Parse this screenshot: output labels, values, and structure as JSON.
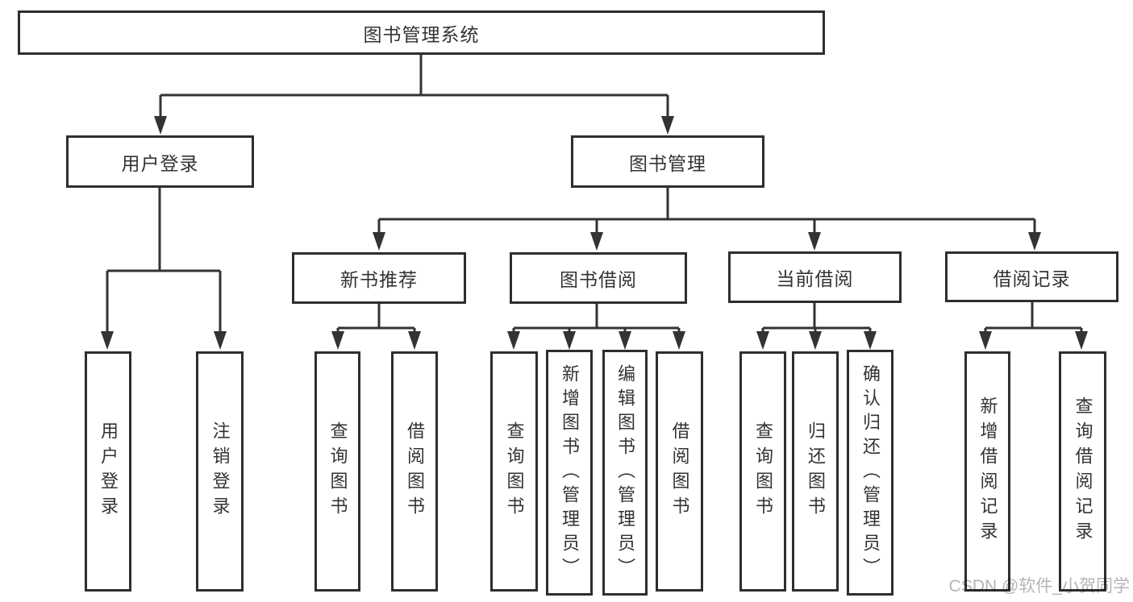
{
  "tree": {
    "root": {
      "label": "图书管理系统"
    },
    "branches": [
      {
        "label": "用户登录",
        "children": [
          {
            "label": "用户登录"
          },
          {
            "label": "注销登录"
          }
        ]
      },
      {
        "label": "图书管理",
        "children": [
          {
            "label": "新书推荐",
            "children": [
              {
                "label": "查询图书"
              },
              {
                "label": "借阅图书"
              }
            ]
          },
          {
            "label": "图书借阅",
            "children": [
              {
                "label": "查询图书"
              },
              {
                "label": "新增图书（管理员）"
              },
              {
                "label": "编辑图书（管理员）"
              },
              {
                "label": "借阅图书"
              }
            ]
          },
          {
            "label": "当前借阅",
            "children": [
              {
                "label": "查询图书"
              },
              {
                "label": "归还图书"
              },
              {
                "label": "确认归还（管理员）"
              }
            ]
          },
          {
            "label": "借阅记录",
            "children": [
              {
                "label": "新增借阅记录"
              },
              {
                "label": "查询借阅记录"
              }
            ]
          }
        ]
      }
    ]
  },
  "watermark": {
    "text": "CSDN @软件_小贺同学"
  },
  "colors": {
    "line": "#333333",
    "box_border": "#2e2e2e",
    "text": "#333333",
    "watermark": "#b4b4b4",
    "background": "#ffffff"
  }
}
